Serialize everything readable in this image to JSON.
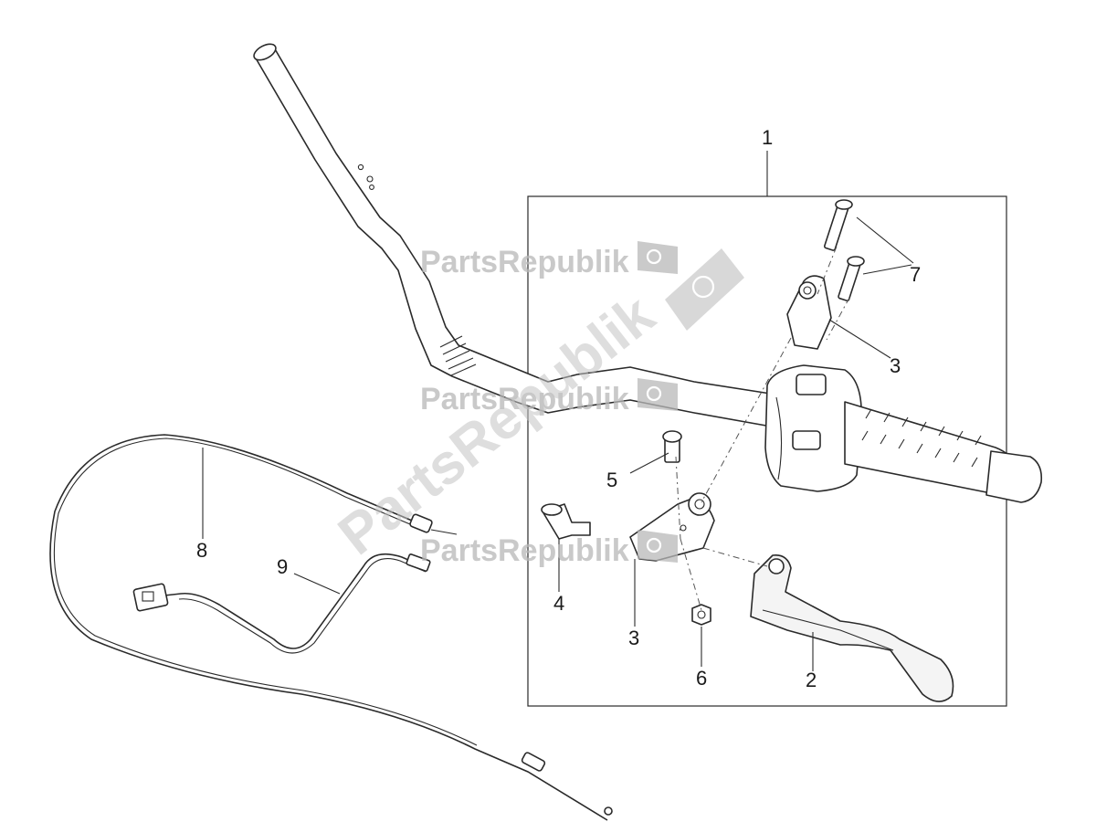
{
  "callouts": {
    "c1": "1",
    "c2": "2",
    "c3a": "3",
    "c3b": "3",
    "c4": "4",
    "c5": "5",
    "c6": "6",
    "c7": "7",
    "c8": "8",
    "c9": "9"
  },
  "watermark": {
    "brand": "PartsRepublik"
  },
  "colors": {
    "line": "#2a2a2a",
    "watermark": "#b8b8b8"
  }
}
